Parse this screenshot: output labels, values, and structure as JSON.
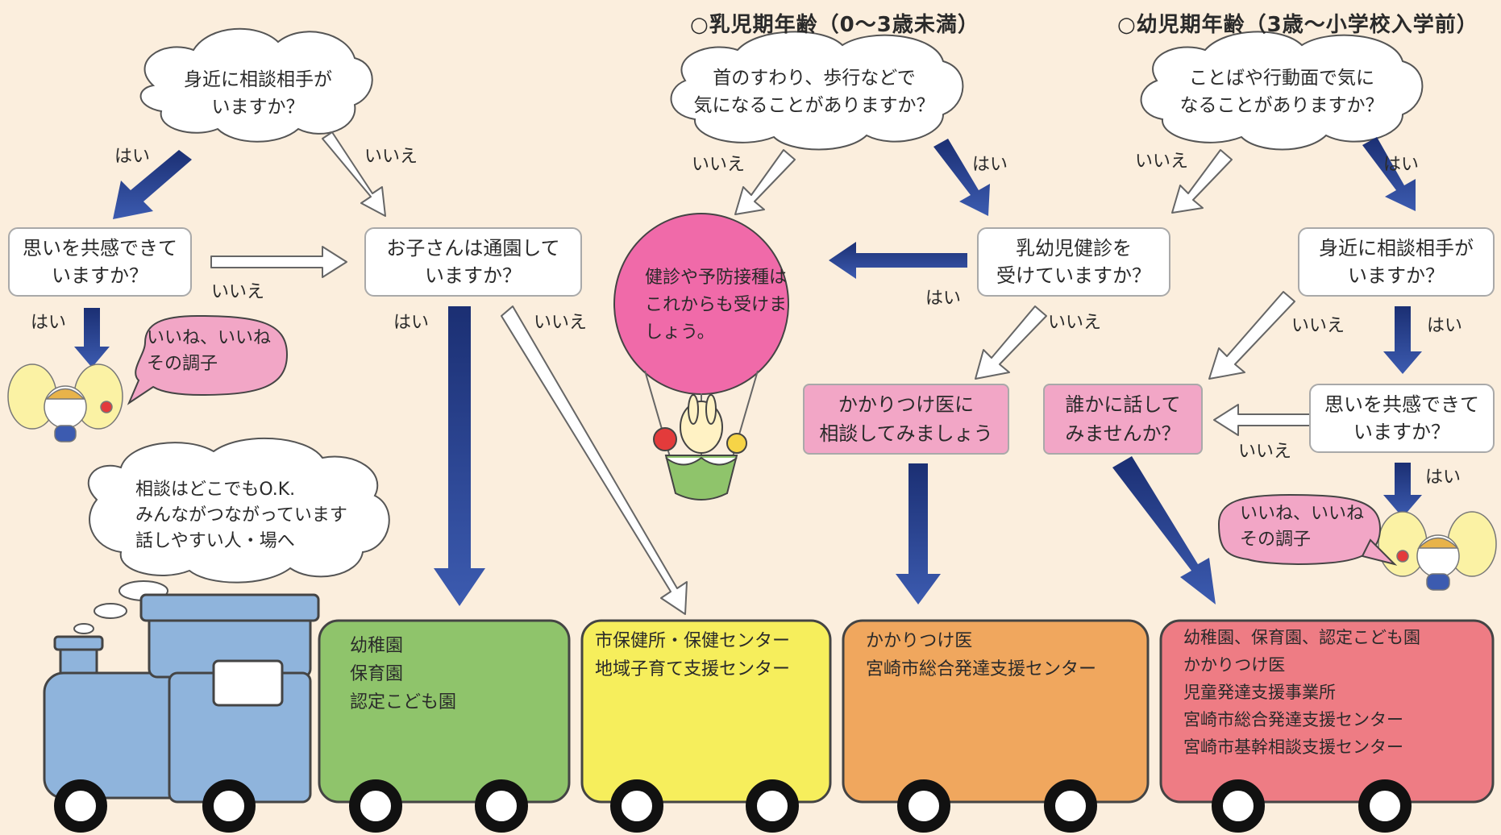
{
  "headings": {
    "infant": "○乳児期年齢（0～3歳未満）",
    "toddler": "○幼児期年齢（3歳～小学校入学前）"
  },
  "clouds": {
    "c1": "身近に相談相手が\nいますか？",
    "c2": "首のすわり、歩行などで\n気になることがありますか？",
    "c3": "ことばや行動面で気に\nなることがありますか？",
    "c4": "相談はどこでもO.K.\nみんながつながっています\n話しやすい人・場へ"
  },
  "boxes": {
    "empathy_left": "思いを共感できて\nいますか？",
    "attend": "お子さんは通園して\nいますか？",
    "checkup": "乳幼児健診を\n受けていますか？",
    "consult_right": "身近に相談相手が\nいますか？",
    "empathy_right": "思いを共感できて\nいますか？",
    "doctor": "かかりつけ医に\n相談してみましょう",
    "talk": "誰かに話して\nみませんか？"
  },
  "speech": {
    "left": "いいね、いいね\nその調子",
    "right": "いいね、いいね\nその調子"
  },
  "balloon": "健診や予防接種は\nこれからも受けま\nしょう。",
  "labels": {
    "yes": "はい",
    "no": "いいえ"
  },
  "cars": {
    "green": [
      "幼稚園",
      "保育園",
      "認定こども園"
    ],
    "yellow": [
      "市保健所・保健センター",
      "地域子育て支援センター"
    ],
    "orange": [
      "かかりつけ医",
      "宮崎市総合発達支援センター"
    ],
    "red": [
      "幼稚園、保育園、認定こども園",
      "かかりつけ医",
      "児童発達支援事業所",
      "宮崎市総合発達支援センター",
      "宮崎市基幹相談支援センター"
    ]
  },
  "colors": {
    "arrow_yes": "#253f8e",
    "train_blue": "#8fb4dc",
    "car_green": "#8fc46b",
    "car_yellow": "#f6ee5c",
    "car_orange": "#f0a75e",
    "car_red": "#ee7c84",
    "pink": "#f2a6c6"
  }
}
